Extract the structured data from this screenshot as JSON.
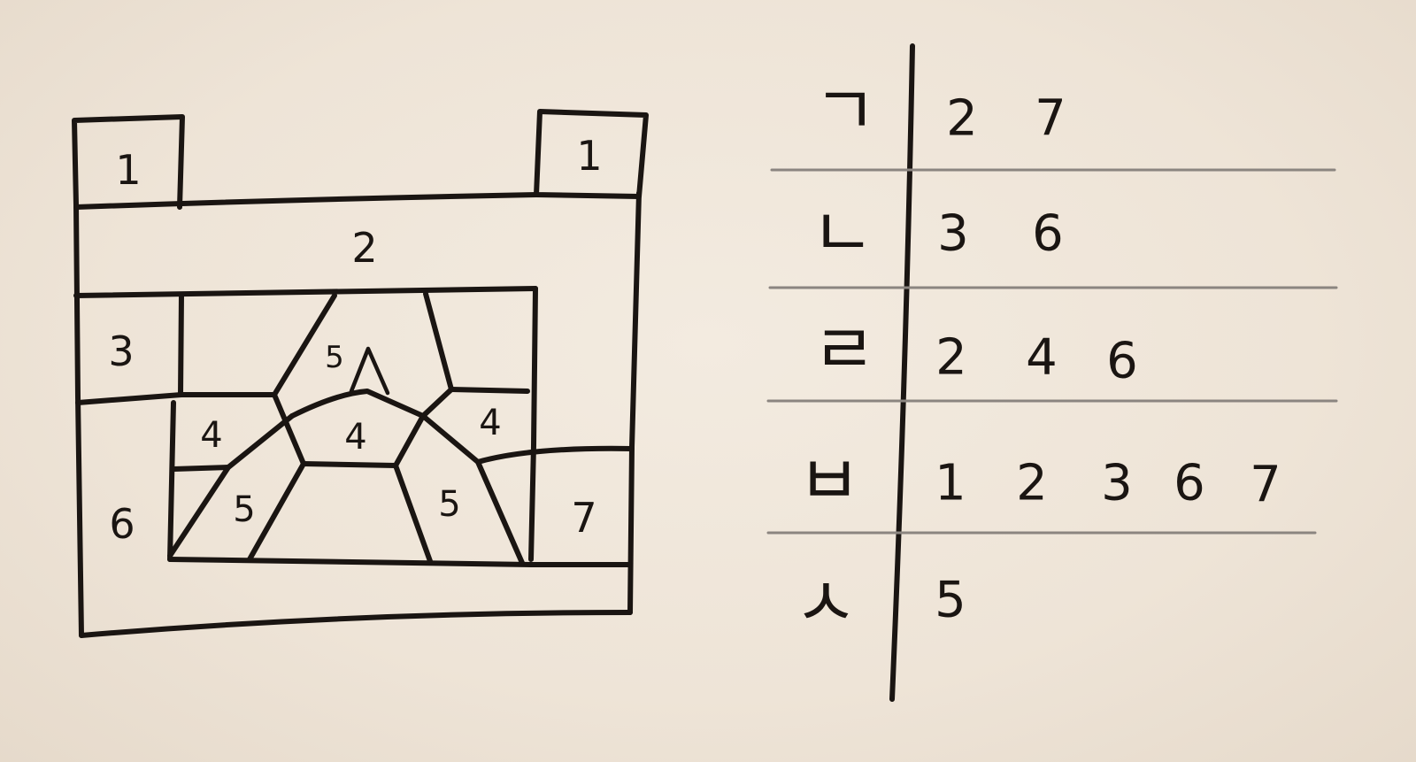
{
  "diagram": {
    "regions": [
      {
        "id": "tower-left",
        "label": "1"
      },
      {
        "id": "tower-right",
        "label": "1"
      },
      {
        "id": "top-band",
        "label": "2"
      },
      {
        "id": "left-upper",
        "label": "3"
      },
      {
        "id": "left-lower",
        "label": "6"
      },
      {
        "id": "right-lower",
        "label": "7"
      },
      {
        "id": "tri-top",
        "label": "5"
      },
      {
        "id": "hex-left",
        "label": "4"
      },
      {
        "id": "hex-center",
        "label": "4"
      },
      {
        "id": "hex-right",
        "label": "4"
      },
      {
        "id": "bottom-left",
        "label": "5"
      },
      {
        "id": "bottom-right",
        "label": "5"
      }
    ]
  },
  "table": {
    "rows": [
      {
        "consonant": "ㄱ",
        "values": [
          "2",
          "7"
        ]
      },
      {
        "consonant": "ㄴ",
        "values": [
          "3",
          "6"
        ]
      },
      {
        "consonant": "ㄹ",
        "values": [
          "2",
          "4",
          "6"
        ]
      },
      {
        "consonant": "ㅂ",
        "values": [
          "1",
          "2",
          "3",
          "6",
          "7"
        ]
      },
      {
        "consonant": "ㅅ",
        "values": [
          "5"
        ]
      }
    ]
  }
}
